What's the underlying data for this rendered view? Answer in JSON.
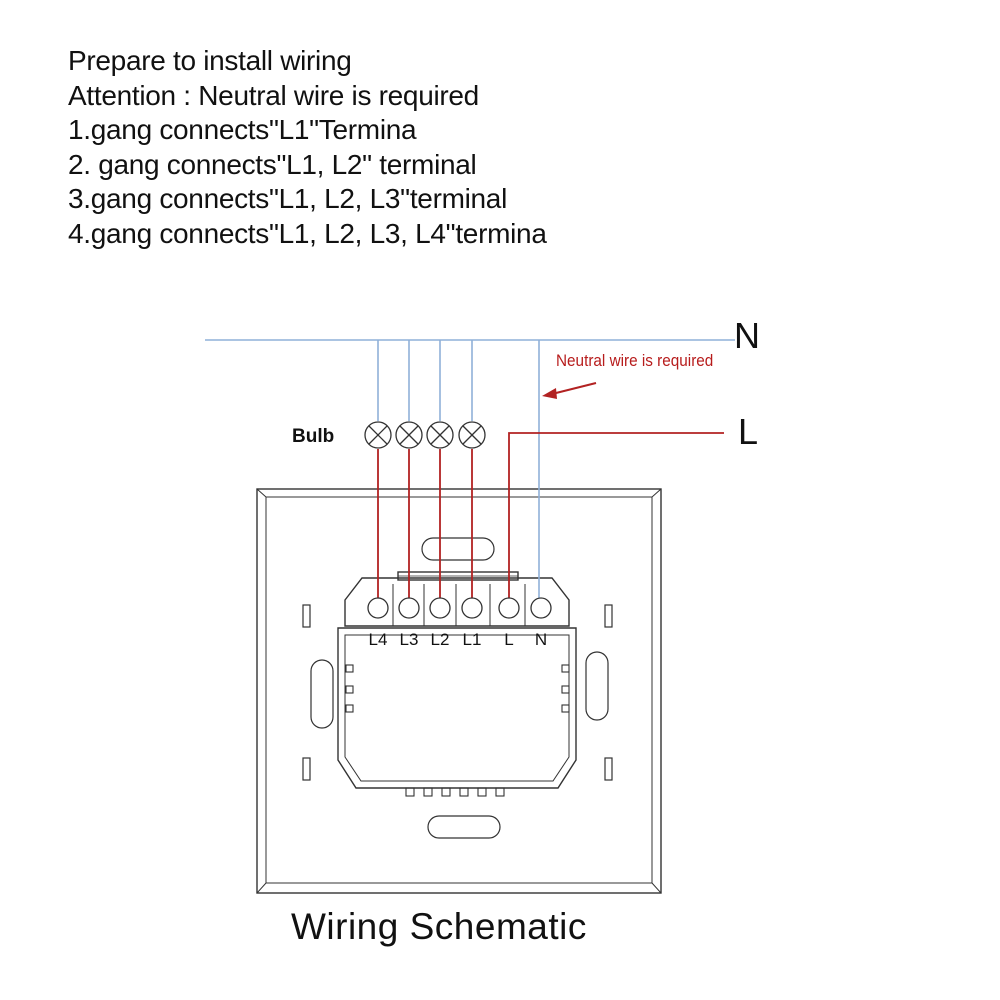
{
  "instructions": [
    "Prepare to install wiring",
    "Attention : Neutral wire is required",
    "1.gang connects\"L1\"Termina",
    "2. gang connects\"L1, L2\" terminal",
    "3.gang connects\"L1, L2, L3\"terminal",
    "4.gang connects\"L1, L2, L3, L4\"termina"
  ],
  "diagram": {
    "neutral_label": "N",
    "live_label": "L",
    "neutral_note": "Neutral wire is required",
    "bulb_label": "Bulb",
    "terminals": [
      "L4",
      "L3",
      "L2",
      "L1",
      "L",
      "N"
    ],
    "title": "Wiring Schematic",
    "colors": {
      "neutral_wire": "#8fb0d8",
      "live_wire": "#b22222",
      "note": "#b71c1c",
      "outline": "#333333"
    },
    "icons": [
      "bulb-icon",
      "arrow-left-icon",
      "terminal-screw-icon"
    ]
  }
}
